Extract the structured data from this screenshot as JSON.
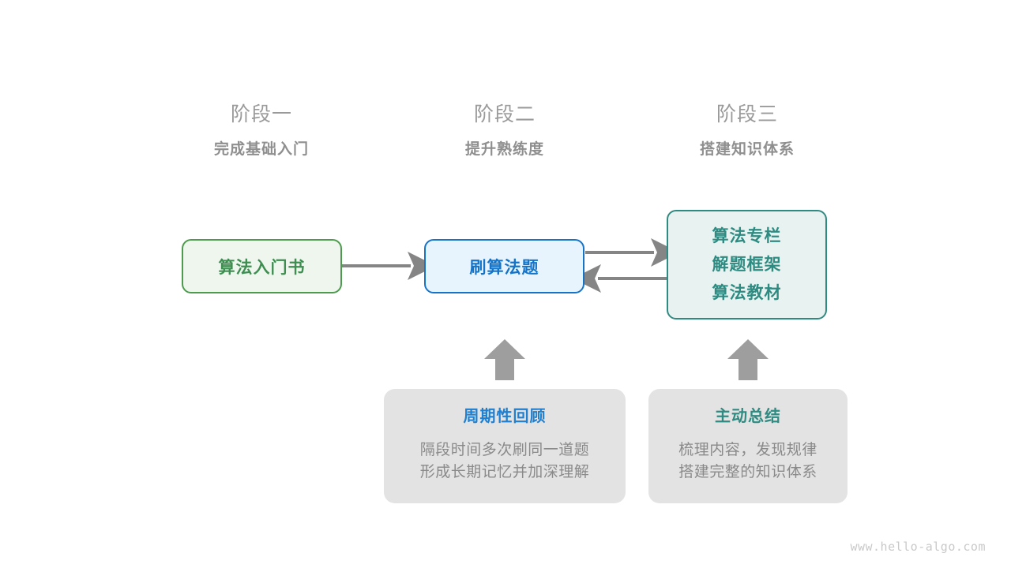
{
  "stages": [
    {
      "title": "阶段一",
      "subtitle": "完成基础入门"
    },
    {
      "title": "阶段二",
      "subtitle": "提升熟练度"
    },
    {
      "title": "阶段三",
      "subtitle": "搭建知识体系"
    }
  ],
  "nodes": {
    "book": {
      "label": "算法入门书"
    },
    "practice": {
      "label": "刷算法题"
    },
    "resources": {
      "line1": "算法专栏",
      "line2": "解题框架",
      "line3": "算法教材"
    }
  },
  "notes": [
    {
      "title": "周期性回顾",
      "line1": "隔段时间多次刷同一道题",
      "line2": "形成长期记忆并加深理解"
    },
    {
      "title": "主动总结",
      "line1": "梳理内容，发现规律",
      "line2": "搭建完整的知识体系"
    }
  ],
  "watermark": "www.hello-algo.com",
  "colors": {
    "green": "#3f8e51",
    "green_border": "#4e9a4e",
    "green_fill": "#eef6ee",
    "blue": "#1574c8",
    "blue_fill": "#e8f4fd",
    "teal": "#2e8b82",
    "teal_fill": "#e8f3f1",
    "gray_card": "#e3e3e3",
    "gray_text": "#8a8a8a",
    "arrow": "#858585",
    "block_arrow": "#9e9e9e"
  }
}
